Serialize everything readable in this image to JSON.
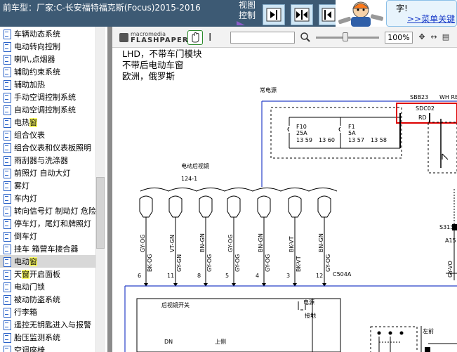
{
  "window": {
    "title": "前车型：厂家:C-长安福特福克斯(Focus)2015-2016",
    "view_control": "视图控制"
  },
  "help": {
    "question_fragment": "字!",
    "link": ">>菜单关键"
  },
  "sidebar": {
    "items": [
      {
        "label": "车辆动态系统"
      },
      {
        "label": "电动转向控制"
      },
      {
        "label": "喇叭,点烟器"
      },
      {
        "label": "辅助约束系统"
      },
      {
        "label": "辅助加热"
      },
      {
        "label": "手动空调控制系统"
      },
      {
        "label": "自动空调控制系统"
      },
      {
        "label_pre": "电热",
        "label_hl": "窗",
        "label_post": ""
      },
      {
        "label": "组合仪表"
      },
      {
        "label": "组合仪表和仪表板照明"
      },
      {
        "label": "雨刮器与洗涤器"
      },
      {
        "label": "前照灯 自动大灯"
      },
      {
        "label": "雾灯"
      },
      {
        "label": "车内灯"
      },
      {
        "label": "转向信号灯 制动灯 危险"
      },
      {
        "label": "停车灯，尾灯和牌照灯"
      },
      {
        "label": "倒车灯"
      },
      {
        "label": "挂车 箱营车接合器"
      },
      {
        "label_pre": "电动",
        "label_hl": "窗",
        "label_post": "",
        "selected": true
      },
      {
        "label_pre": "天",
        "label_hl": "窗",
        "label_post": "开启面板"
      },
      {
        "label": "电动门锁"
      },
      {
        "label": "被动防盗系统"
      },
      {
        "label": "行李箱"
      },
      {
        "label": "遥控无钥匙进入与报警"
      },
      {
        "label": "胎压监测系统"
      },
      {
        "label": "空调座椅"
      }
    ]
  },
  "viewer": {
    "logo_top": "macromedia",
    "logo_main": "FLASHPAPER",
    "zoom": "100%"
  },
  "diagram": {
    "notes": [
      "LHD，不带车门模块",
      "不带后电动车窗",
      "欧洲，俄罗斯"
    ],
    "power_label": "常电源",
    "sbb_label": "SBB23",
    "wh_label": "WH RE",
    "sdc_label": "SDC02",
    "rd_label": "RD",
    "fuses": [
      {
        "name": "F10",
        "amp": "25A",
        "p1": "13 59",
        "p2": "13 60"
      },
      {
        "name": "F1",
        "amp": "5A",
        "p1": "13 57",
        "p2": "13 58"
      }
    ],
    "mirror_label": "电动后视镜",
    "connector_top": "124-1",
    "pins": [
      {
        "wire": "GY-OG",
        "color_code": "BK-OG",
        "num": "6"
      },
      {
        "wire": "VT-GN",
        "color_code": "GY-GN",
        "num": "11"
      },
      {
        "wire": "BN-GN",
        "color_code": "GY-OG",
        "num": "8"
      },
      {
        "wire": "GY-OG",
        "color_code": "GY-OG",
        "num": "5"
      },
      {
        "wire": "BN-GN",
        "color_code": "GY-OG",
        "num": "4"
      },
      {
        "wire": "BK-VT",
        "color_code": "BK-VT",
        "num": "3"
      },
      {
        "wire": "BN-GN",
        "color_code": "GY-OG",
        "num": "12"
      }
    ],
    "c504": "C504A",
    "s313": "S313",
    "a15": "A15",
    "cw": "GY-VO",
    "switch_label": "后视镜开关",
    "power2": "电源",
    "ground": "接地",
    "left_label": "左前",
    "dn": "DN",
    "up": "上侧"
  }
}
